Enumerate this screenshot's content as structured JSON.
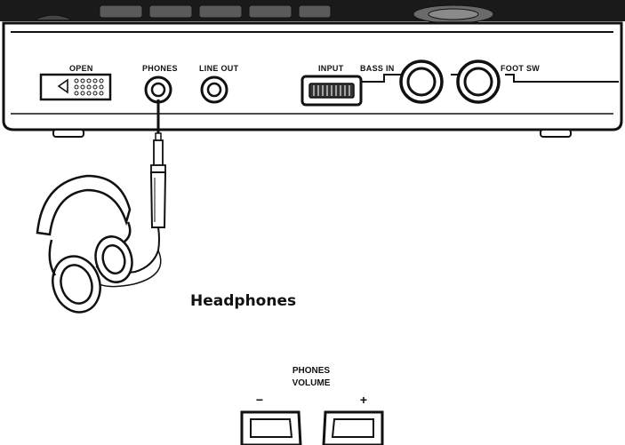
{
  "panel": {
    "labels": {
      "open": "OPEN",
      "phones": "PHONES",
      "line_out": "LINE OUT",
      "input": "INPUT",
      "bass_in": "BASS IN",
      "foot_sw": "FOOT SW"
    }
  },
  "headphones": {
    "caption": "Headphones",
    "icon": "headphones-icon"
  },
  "volume": {
    "title_line1": "PHONES",
    "title_line2": "VOLUME",
    "minus": "−",
    "plus": "+"
  },
  "colors": {
    "ink": "#111111",
    "panel_fill": "#ffffff",
    "top_strip": "#1a1a1a"
  }
}
